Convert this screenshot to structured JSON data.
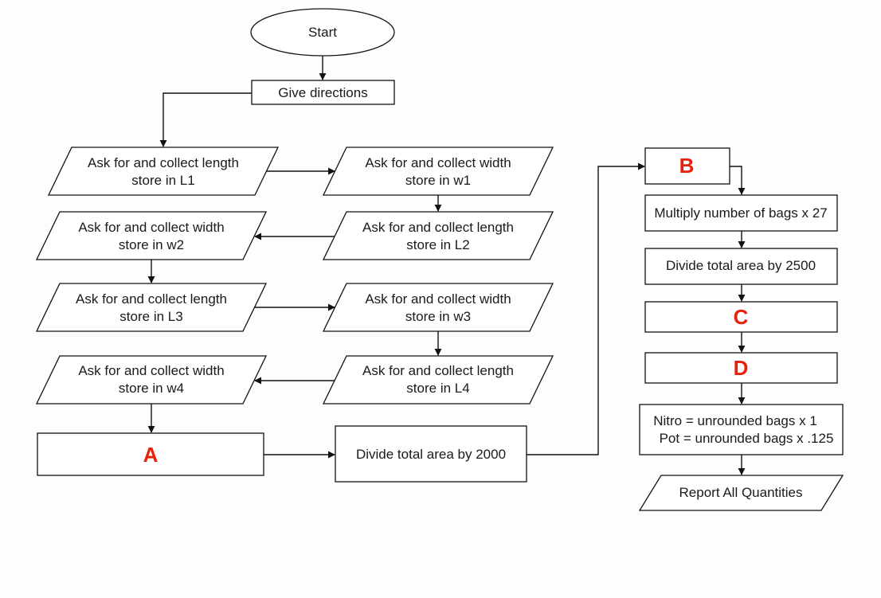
{
  "nodes": {
    "start": "Start",
    "give_directions": "Give directions",
    "p_l1": [
      "Ask for and collect length",
      "store in L1"
    ],
    "p_w1": [
      "Ask for and collect width",
      "store in w1"
    ],
    "p_l2": [
      "Ask for and collect length",
      "store in L2"
    ],
    "p_w2": [
      "Ask for and collect width",
      "store in w2"
    ],
    "p_l3": [
      "Ask for and collect length",
      "store in L3"
    ],
    "p_w3": [
      "Ask for and collect width",
      "store in w3"
    ],
    "p_l4": [
      "Ask for and collect length",
      "store in L4"
    ],
    "p_w4": [
      "Ask for and collect width",
      "store in w4"
    ],
    "box_a": "A",
    "divide_2000": "Divide total area by 2000",
    "box_b": "B",
    "multiply_27": "Multiply number of bags x 27",
    "divide_2500": "Divide total area by 2500",
    "box_c": "C",
    "box_d": "D",
    "nitro_pot": [
      "Nitro = unrounded bags x 1",
      "Pot = unrounded bags x .125"
    ],
    "report": "Report All Quantities"
  },
  "colors": {
    "stroke": "#111111",
    "placeholder_letter": "#e8200c",
    "background": "#fdfdfd"
  }
}
